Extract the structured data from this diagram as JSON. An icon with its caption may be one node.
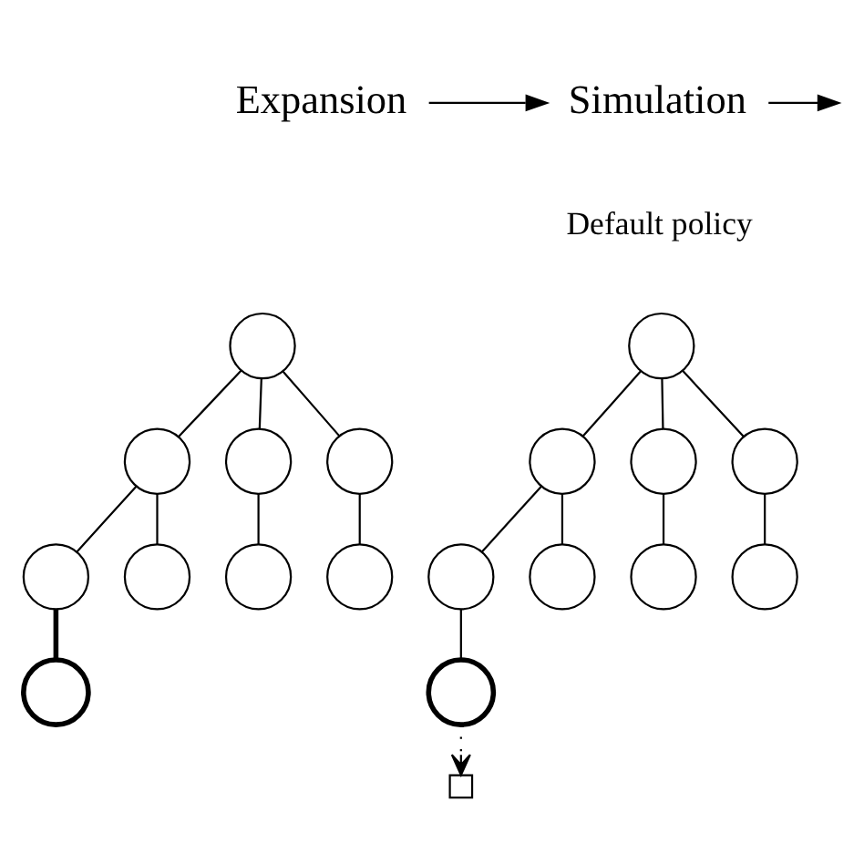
{
  "diagram": {
    "nodes": [
      {
        "text": [
          "Expansion"
        ]
      },
      {
        "text": [
          "Simulation"
        ]
      },
      {
        "text": [],
        "shape": "circle"
      },
      {
        "text": [],
        "shape": "circle"
      },
      {
        "text": [],
        "shape": "circle"
      },
      {
        "text": [],
        "shape": "circle"
      },
      {
        "text": [],
        "shape": "circle"
      },
      {
        "text": [],
        "shape": "circle"
      },
      {
        "text": [],
        "shape": "circle"
      },
      {
        "text": [],
        "shape": "circle"
      },
      {
        "text": [],
        "shape": "circle"
      },
      {
        "text": [],
        "shape": "circle"
      },
      {
        "text": [],
        "shape": "circle"
      },
      {
        "text": [],
        "shape": "circle"
      },
      {
        "text": [],
        "shape": "circle"
      },
      {
        "text": [],
        "shape": "circle"
      },
      {
        "text": [],
        "shape": "circle"
      },
      {
        "text": [],
        "shape": "circle"
      },
      {
        "text": [],
        "shape": "circle"
      },
      {
        "text": [],
        "shape": "circle"
      },
      {
        "text": [],
        "shape": "box"
      }
    ],
    "edges": [
      {
        "from": 0,
        "to": 1,
        "arrow": "to"
      },
      {
        "from": 1,
        "to": null,
        "arrow": "to"
      },
      {
        "from": 2,
        "to": 3,
        "arrow": "none"
      },
      {
        "from": 2,
        "to": 4,
        "arrow": "none"
      },
      {
        "from": 2,
        "to": 5,
        "arrow": "none"
      },
      {
        "from": 3,
        "to": 6,
        "arrow": "none"
      },
      {
        "from": 3,
        "to": 7,
        "arrow": "none"
      },
      {
        "from": 4,
        "to": 8,
        "arrow": "none"
      },
      {
        "from": 5,
        "to": 9,
        "arrow": "none"
      },
      {
        "from": 6,
        "to": 10,
        "arrow": "none",
        "style": "thick"
      },
      {
        "from": 11,
        "to": 12,
        "arrow": "none"
      },
      {
        "from": 11,
        "to": 13,
        "arrow": "none"
      },
      {
        "from": 11,
        "to": 14,
        "arrow": "none"
      },
      {
        "from": 12,
        "to": 15,
        "arrow": "none"
      },
      {
        "from": 12,
        "to": 16,
        "arrow": "none"
      },
      {
        "from": 13,
        "to": 17,
        "arrow": "none"
      },
      {
        "from": 14,
        "to": 18,
        "arrow": "none"
      },
      {
        "from": 15,
        "to": 19,
        "arrow": "none"
      },
      {
        "from": 19,
        "to": 20,
        "arrow": "to",
        "style": "dashed"
      }
    ],
    "labels": [
      "Default policy"
    ]
  }
}
